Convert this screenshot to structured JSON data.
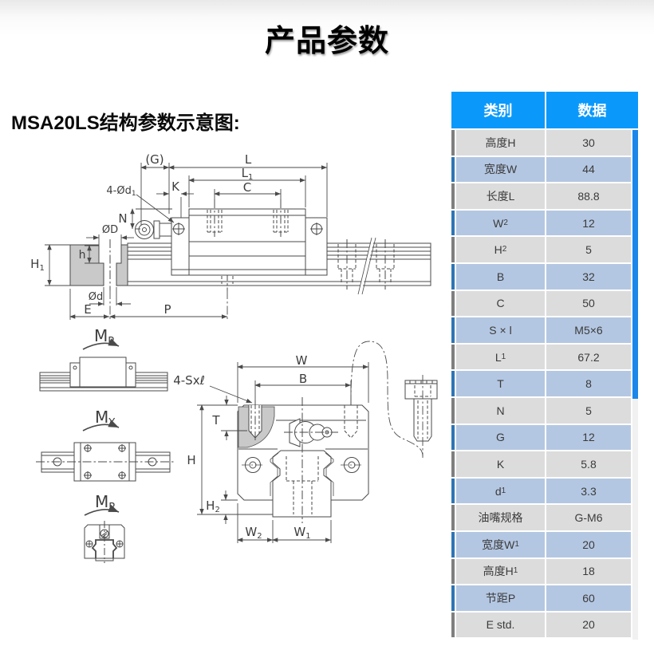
{
  "page": {
    "title": "产品参数",
    "subtitle": "MSA20LS结构参数示意图:"
  },
  "table": {
    "headers": [
      "类别",
      "数据"
    ],
    "rows": [
      {
        "base": "高度H",
        "sub": "",
        "value": "30"
      },
      {
        "base": "宽度W",
        "sub": "",
        "value": "44"
      },
      {
        "base": "长度L",
        "sub": "",
        "value": "88.8"
      },
      {
        "base": "W",
        "sub": "2",
        "value": "12"
      },
      {
        "base": "H",
        "sub": "2",
        "value": "5"
      },
      {
        "base": "B",
        "sub": "",
        "value": "32"
      },
      {
        "base": "C",
        "sub": "",
        "value": "50"
      },
      {
        "base": "S × l",
        "sub": "",
        "value": "M5×6"
      },
      {
        "base": "L",
        "sub": "1",
        "value": "67.2"
      },
      {
        "base": "T",
        "sub": "",
        "value": "8"
      },
      {
        "base": "N",
        "sub": "",
        "value": "5"
      },
      {
        "base": "G",
        "sub": "",
        "value": "12"
      },
      {
        "base": "K",
        "sub": "",
        "value": "5.8"
      },
      {
        "base": "d",
        "sub": "1",
        "value": "3.3"
      },
      {
        "base": "油嘴规格",
        "sub": "",
        "value": "G-M6"
      },
      {
        "base": "宽度W",
        "sub": "1",
        "value": "20"
      },
      {
        "base": "高度H",
        "sub": "1",
        "value": "18"
      },
      {
        "base": "节距P",
        "sub": "",
        "value": "60"
      },
      {
        "base": "E std.",
        "sub": "",
        "value": "20"
      }
    ]
  },
  "diagram": {
    "labels": {
      "g": "(G)",
      "l": "L",
      "l1": [
        "L",
        "1"
      ],
      "c": "C",
      "k": "K",
      "holes": [
        "4-Ød",
        "1"
      ],
      "n": "N",
      "od_cap": "ØD",
      "h_small": "h",
      "h1": [
        "H",
        "1"
      ],
      "od_small": "Ød",
      "e": "E",
      "p": "P",
      "w": "W",
      "b": "B",
      "screws": "4-Sxℓ",
      "t": "T",
      "h_cap": "H",
      "h2": [
        "H",
        "2"
      ],
      "w2": [
        "W",
        "2"
      ],
      "w1": [
        "W",
        "1"
      ],
      "mp": [
        "M",
        "P"
      ],
      "my": [
        "M",
        "Y"
      ],
      "mr": [
        "M",
        "R"
      ]
    }
  },
  "colors": {
    "header_blue": "#0a99fb",
    "row_gray": "#dcdcdc",
    "row_blue": "#b4c7e2",
    "accent_gray": "#7f7f7f",
    "accent_blue": "#2e75b5",
    "scrollbar_thumb": "#1b87ea",
    "scrollbar_track": "#f1f1f1",
    "line_color": "#4a4a4a",
    "shade_gray": "#c9c9c9"
  }
}
